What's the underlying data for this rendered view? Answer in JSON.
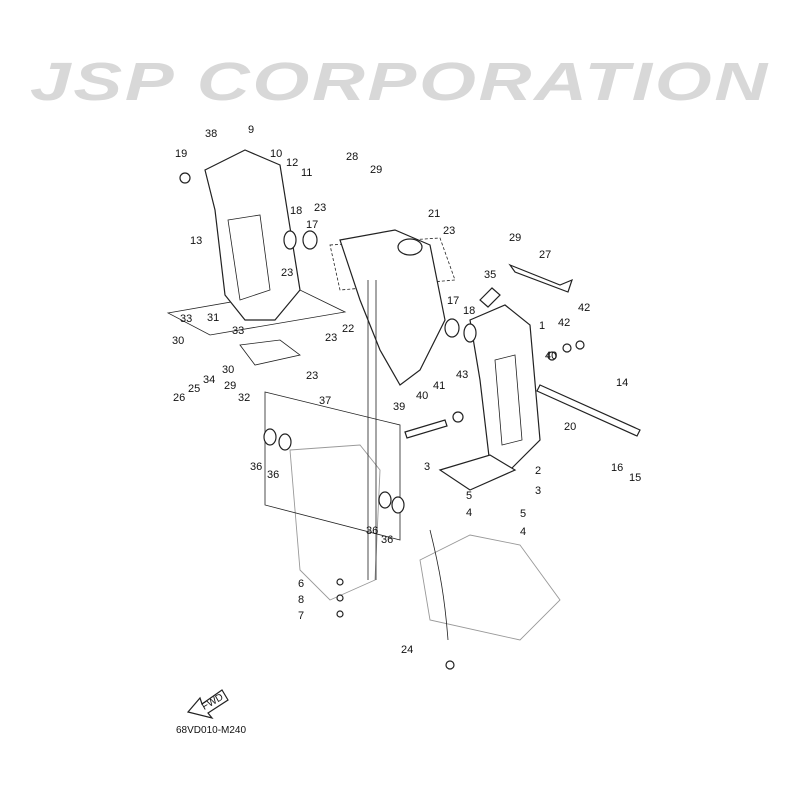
{
  "watermark": "JSP CORPORATION",
  "diagram_code": "68VD010-M240",
  "fwd_label": "FWD",
  "labels": [
    "38",
    "9",
    "19",
    "10",
    "12",
    "11",
    "28",
    "29",
    "13",
    "18",
    "23",
    "17",
    "21",
    "23",
    "29",
    "27",
    "35",
    "23",
    "17",
    "18",
    "1",
    "42",
    "42",
    "40",
    "33",
    "31",
    "33",
    "22",
    "23",
    "30",
    "30",
    "34",
    "25",
    "26",
    "29",
    "32",
    "23",
    "43",
    "41",
    "40",
    "14",
    "37",
    "39",
    "20",
    "16",
    "15",
    "36",
    "36",
    "3",
    "2",
    "3",
    "5",
    "4",
    "5",
    "4",
    "36",
    "36",
    "6",
    "8",
    "7",
    "24"
  ]
}
